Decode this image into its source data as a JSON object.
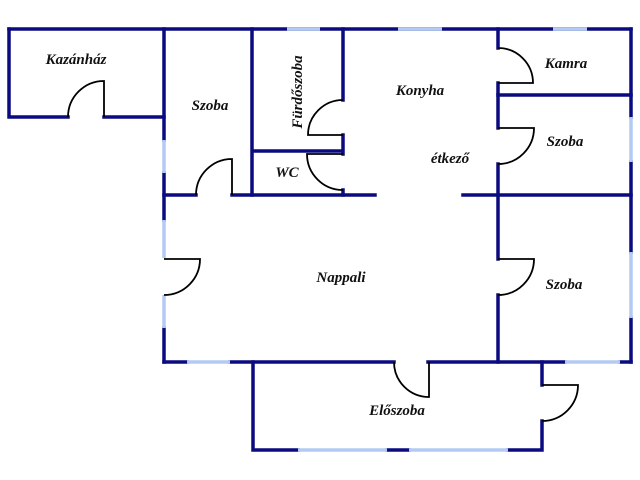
{
  "title": "Floor plan",
  "colors": {
    "wall": "#0b0b80",
    "window": "#b3cbf2",
    "door": "#000000"
  },
  "rooms": {
    "kazanhaz": "Kazánház",
    "szoba_left": "Szoba",
    "furdoszoba": "Fürdőszoba",
    "wc": "WC",
    "konyha": "Konyha",
    "etkezo": "étkező",
    "kamra": "Kamra",
    "szoba_right_top": "Szoba",
    "nappali": "Nappali",
    "szoba_right_bottom": "Szoba",
    "eloszoba": "Előszoba"
  }
}
